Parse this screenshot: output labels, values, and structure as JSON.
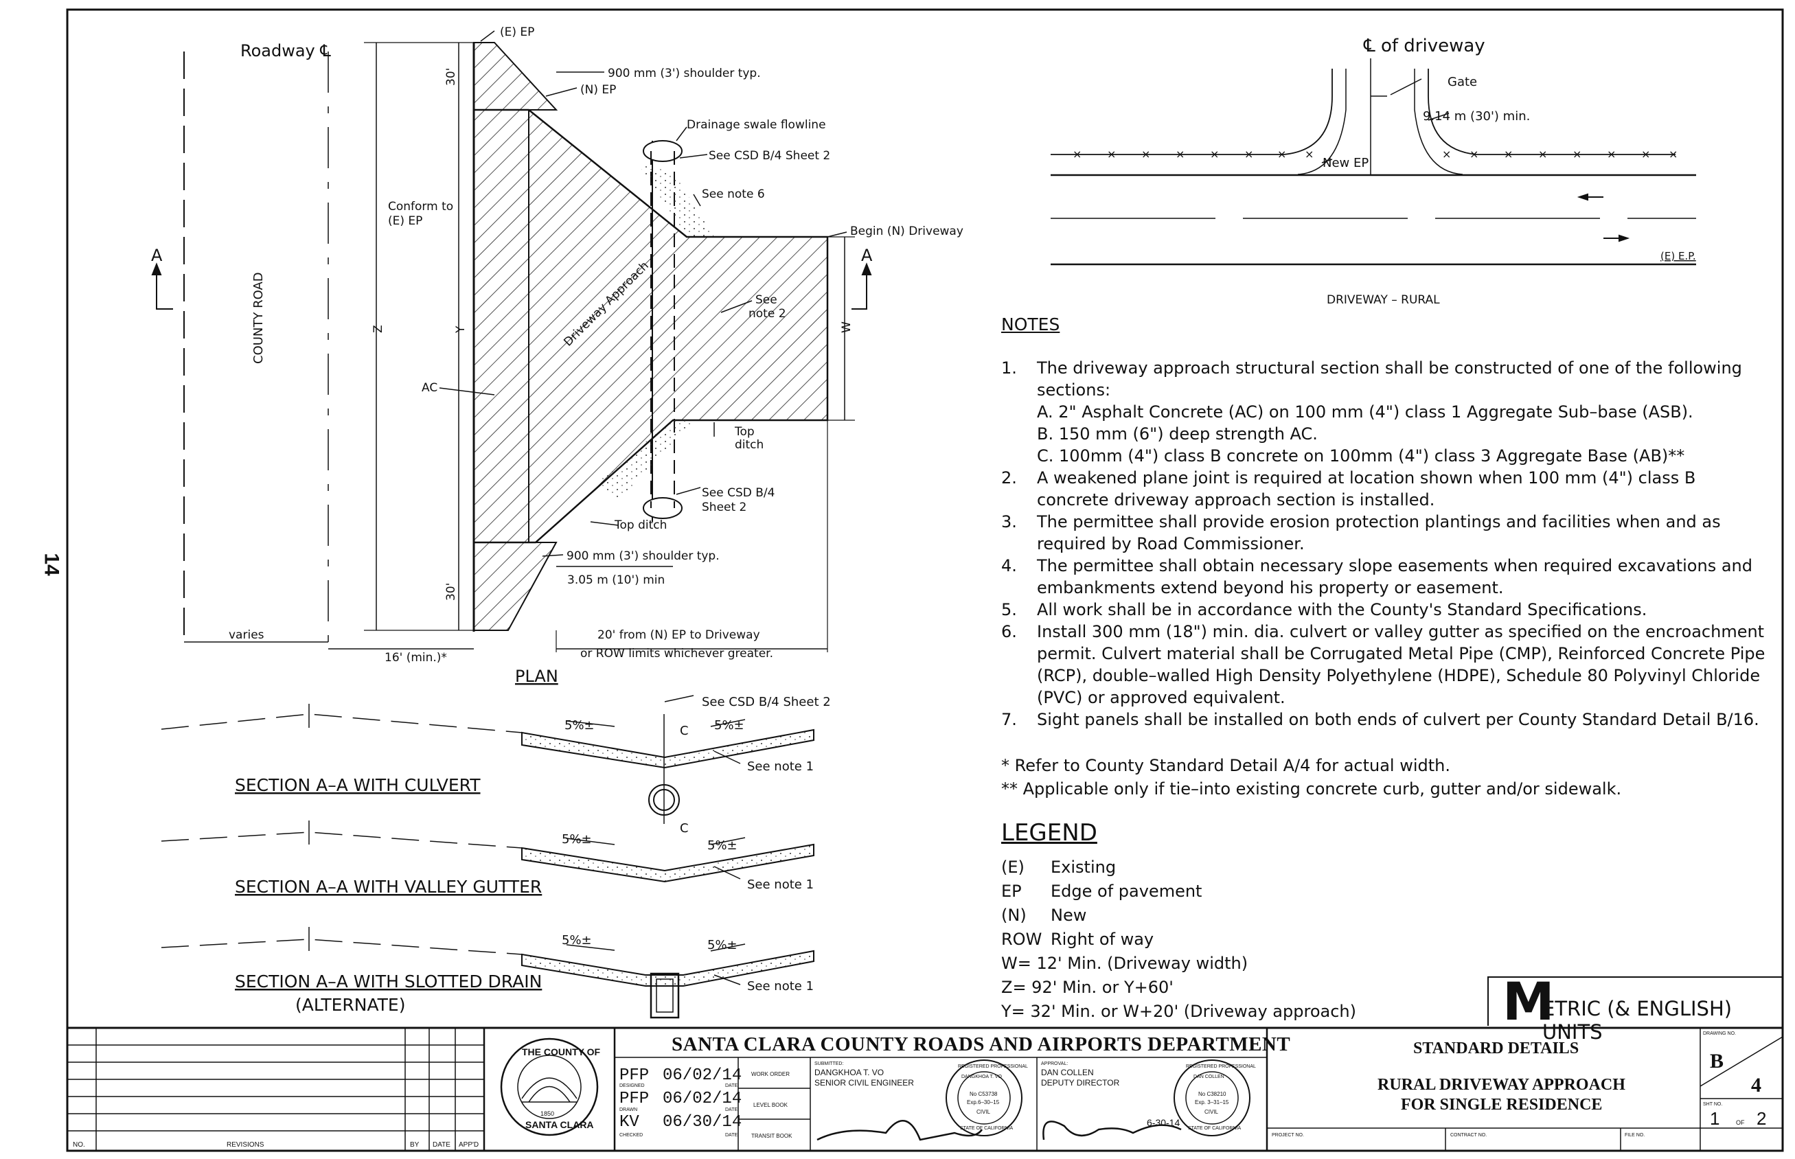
{
  "page_number": "14",
  "plan": {
    "roadway_cl": "Roadway ℄",
    "county_road": "COUNTY ROAD",
    "section_marker": "A",
    "labels": {
      "e_ep": "(E) EP",
      "shoulder_top": "900 mm (3') shoulder typ.",
      "n_ep": "(N) EP",
      "drainage_swale": "Drainage swale flowline",
      "see_csd_1": "See CSD B/4 Sheet 2",
      "see_note_6": "See note 6",
      "begin_driveway": "Begin (N) Driveway",
      "conform_1": "Conform to",
      "conform_2": "(E) EP",
      "driveway_approach": "Driveway Approach",
      "see_note_2a": "See",
      "see_note_2b": "note 2",
      "ac": "AC",
      "top_ditch_1a": "Top",
      "top_ditch_1b": "ditch",
      "see_csd_2a": "See CSD B/4",
      "see_csd_2b": "Sheet 2",
      "top_ditch_2": "Top ditch",
      "shoulder_bottom": "900 mm (3') shoulder typ.",
      "min_10": "3.05 m (10') min",
      "dim_30_top": "30'",
      "dim_30_bottom": "30'",
      "dim_z": "Z",
      "dim_y": "Y",
      "dim_w": "W",
      "varies": "varies",
      "min_16": "16' (min.)*",
      "from_ep_1": "20' from (N) EP to Driveway",
      "from_ep_2": "or ROW limits whichever greater.",
      "plan_title": "PLAN"
    }
  },
  "sections": {
    "pct": "5%±",
    "see_csd": "See CSD B/4 Sheet 2",
    "see_note_1": "See note 1",
    "c": "C",
    "culvert_title": "SECTION A–A WITH CULVERT",
    "valley_title": "SECTION A–A WITH VALLEY GUTTER",
    "slotted_title": "SECTION A–A WITH SLOTTED DRAIN",
    "alternate": "(ALTERNATE)"
  },
  "rural": {
    "cl_driveway": "℄ of driveway",
    "gate": "Gate",
    "min_30": "9.14 m (30') min.",
    "new_ep": "New EP",
    "e_ep": "(E) E.P.",
    "title": "DRIVEWAY – RURAL"
  },
  "notes": {
    "heading": "NOTES",
    "items": [
      {
        "num": "1.",
        "text": "The driveway approach structural section shall be constructed of one of the following sections:",
        "sub": [
          "A. 2\" Asphalt Concrete (AC) on 100 mm (4\") class 1 Aggregate Sub–base (ASB).",
          "B. 150 mm (6\") deep strength AC.",
          "C. 100mm (4\") class B concrete on 100mm (4\") class 3 Aggregate Base (AB)**"
        ]
      },
      {
        "num": "2.",
        "text": "A weakened plane joint is required at location shown when 100 mm (4\") class B concrete driveway approach section is installed."
      },
      {
        "num": "3.",
        "text": "The permittee shall provide erosion protection plantings and facilities  when and as required by Road Commissioner."
      },
      {
        "num": "4.",
        "text": "The permittee shall obtain necessary slope easements when required excavations and embankments extend beyond his property or easement."
      },
      {
        "num": "5.",
        "text": "All work shall be in accordance with the County's Standard Specifications."
      },
      {
        "num": "6.",
        "text": "Install 300 mm (18\") min. dia. culvert or valley gutter as specified on the  encroachment permit. Culvert material shall be Corrugated Metal Pipe (CMP), Reinforced Concrete Pipe (RCP), double–walled High Density Polyethylene (HDPE), Schedule 80 Polyvinyl Chloride (PVC) or approved equivalent."
      },
      {
        "num": "7.",
        "text": "Sight panels shall be installed on both ends of culvert per County Standard Detail B/16."
      }
    ],
    "footnote_1": "* Refer to County Standard Detail A/4 for actual width.",
    "footnote_2": "** Applicable only if tie–into existing concrete curb, gutter and/or sidewalk."
  },
  "legend": {
    "heading": "LEGEND",
    "items": [
      {
        "abbr": "(E)",
        "text": "Existing"
      },
      {
        "abbr": "EP",
        "text": "Edge of pavement"
      },
      {
        "abbr": "(N)",
        "text": "New"
      },
      {
        "abbr": "ROW",
        "text": "Right of way"
      }
    ],
    "w": "W=  12' Min. (Driveway width)",
    "z": "Z=  92' Min. or Y+60'",
    "y": "Y=  32' Min. or W+20' (Driveway approach)"
  },
  "units": {
    "m": "M",
    "rest": "ETRIC (& ENGLISH) UNITS"
  },
  "title_block": {
    "department": "SANTA CLARA COUNTY ROADS AND AIRPORTS DEPARTMENT",
    "revisions": {
      "no": "NO.",
      "revisions": "REVISIONS",
      "by": "BY",
      "date": "DATE",
      "appd": "APP'D"
    },
    "seal_text_top": "THE COUNTY OF",
    "seal_text_bottom": "SANTA CLARA",
    "seal_year": "1850",
    "designed": {
      "initials": "PFP",
      "date": "06/02/14",
      "label": "DESIGNED",
      "date_label": "DATE"
    },
    "drawn": {
      "initials": "PFP",
      "date": "06/02/14",
      "label": "DRAWN",
      "date_label": "DATE"
    },
    "checked": {
      "initials": "KV",
      "date": "06/30/14",
      "label": "CHECKED",
      "date_label": "DATE"
    },
    "top_initials": "PFP",
    "top_date": "06/02/14",
    "work_order": "WORK ORDER",
    "level_book": "LEVEL BOOK",
    "transit_book": "TRANSIT BOOK",
    "submitted_label": "SUBMITTED:",
    "submitted_name": "DANGKHOA T. VO",
    "submitted_title": "SENIOR CIVIL ENGINEER",
    "stamp1": {
      "top": "REGISTERED PROFESSIONAL",
      "name": "DANGKHOA T. VO",
      "no": "No C53738",
      "exp": "Exp.6–30–15",
      "civil": "CIVIL",
      "state": "STATE OF CALIFORNIA"
    },
    "approval_label": "APPROVAL:",
    "approval_name": "DAN COLLEN",
    "approval_title": "DEPUTY DIRECTOR",
    "stamp2": {
      "top": "REGISTERED PROFESSIONAL",
      "name": "DAN COLLEN",
      "no": "No C38210",
      "exp": "Exp. 3–31–15",
      "civil": "CIVIL",
      "state": "STATE OF CALIFORNIA"
    },
    "sig_date": "6-30-14",
    "standard_details": "STANDARD DETAILS",
    "title_line1": "RURAL DRIVEWAY APPROACH",
    "title_line2": "FOR SINGLE RESIDENCE",
    "project_no": "PROJECT NO.",
    "contract_no": "CONTRACT NO.",
    "file_no": "FILE NO.",
    "drawing_no_label": "DRAWING NO.",
    "drawing_letter": "B",
    "drawing_number": "4",
    "sht_no_label": "SHT NO.",
    "sht": "1",
    "of": "OF",
    "sht_total": "2"
  }
}
